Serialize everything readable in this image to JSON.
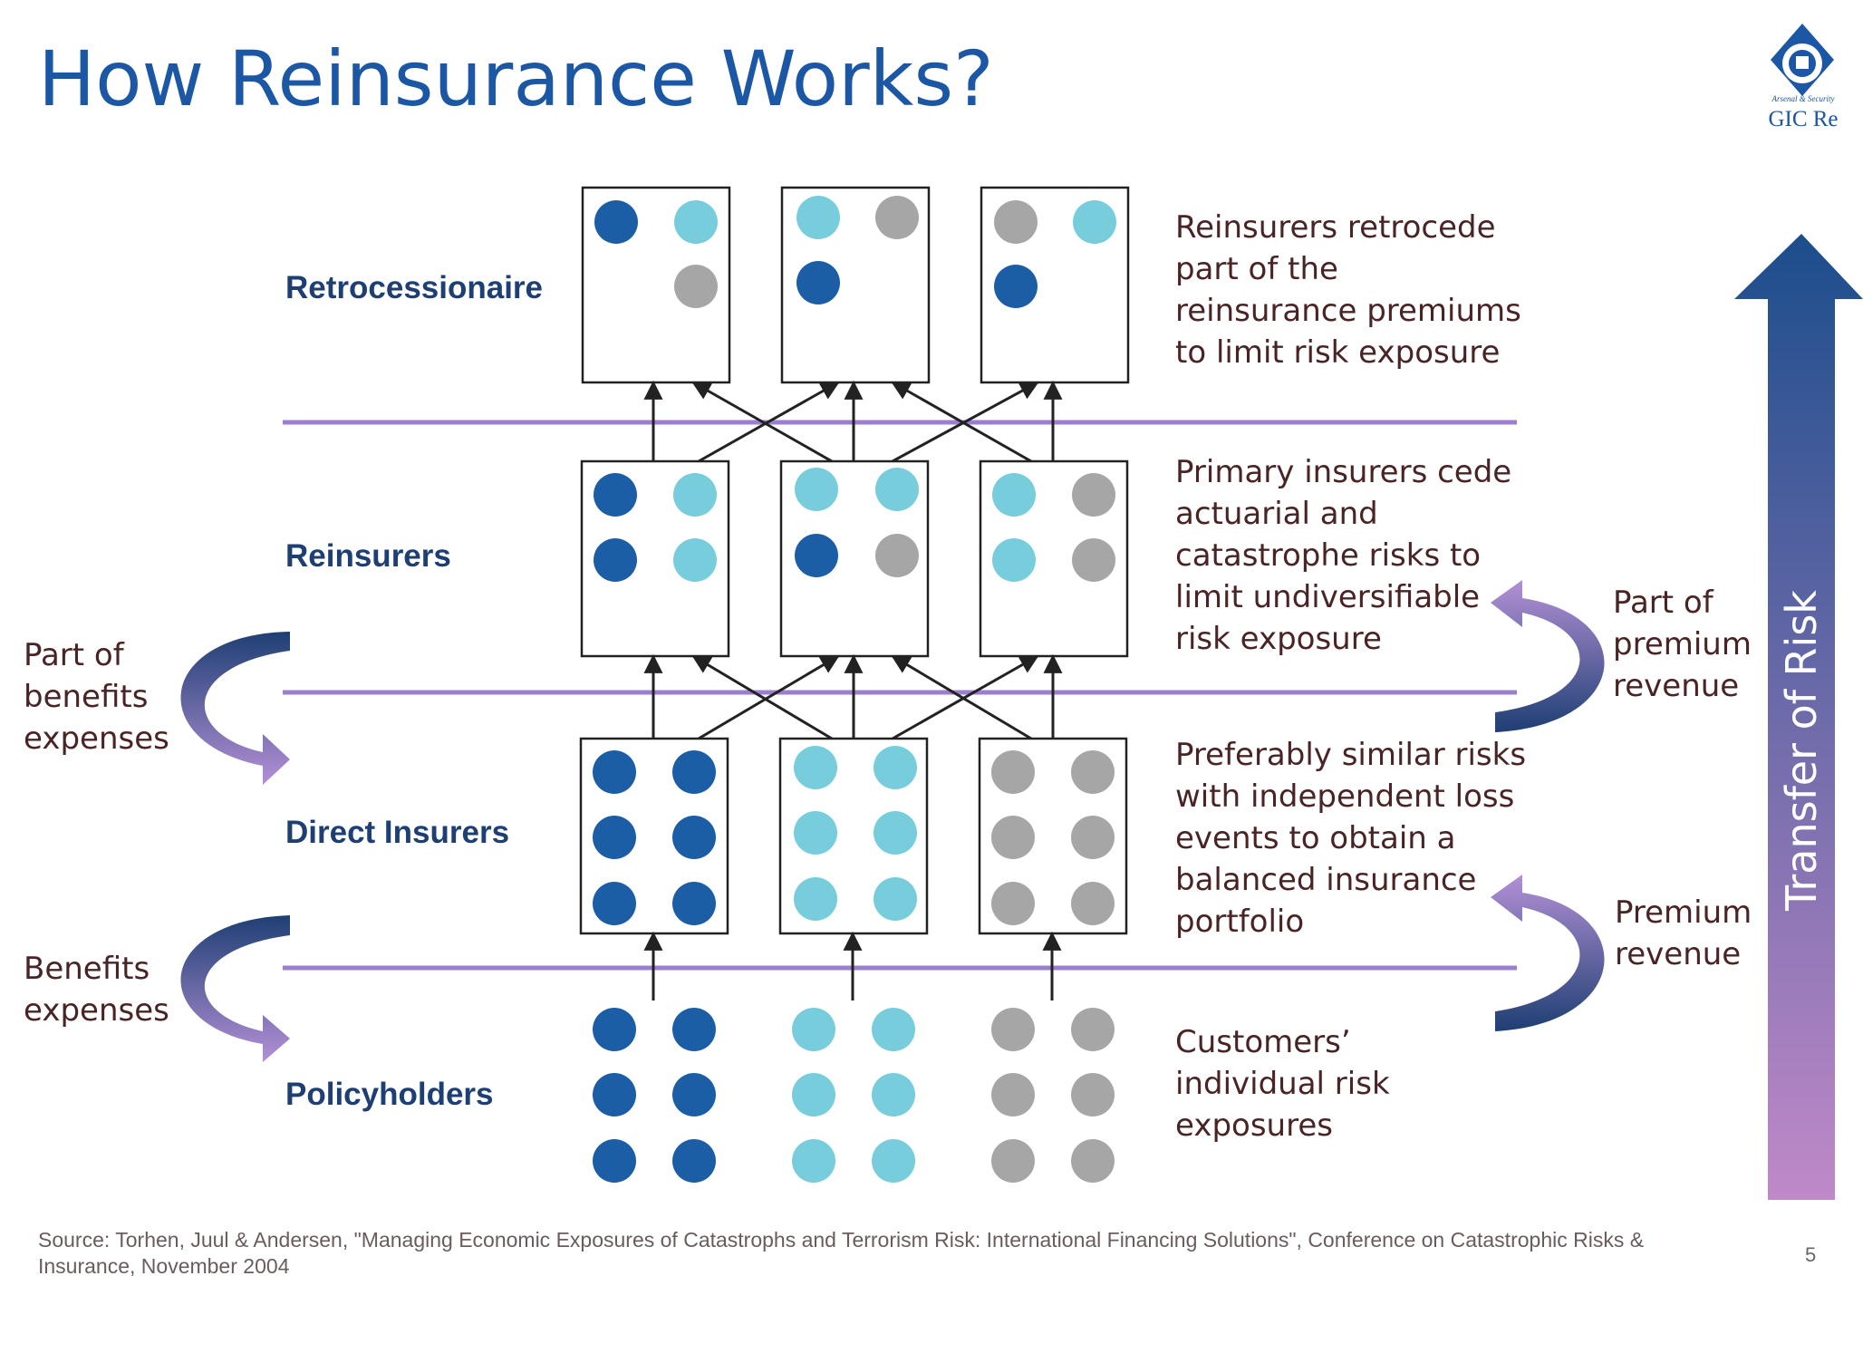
{
  "title": "How Reinsurance Works?",
  "logo": {
    "caption": "GIC Re",
    "tagline": "Arsenal & Security",
    "icon": "gic-re-logo-icon"
  },
  "levels": [
    {
      "label": "Retrocessionaire",
      "description": "Reinsurers retrocede\npart of the\nreinsurance premiums\nto limit risk exposure"
    },
    {
      "label": "Reinsurers",
      "description": "Primary insurers cede\nactuarial and\ncatastrophe risks to\nlimit undiversifiable\nrisk exposure"
    },
    {
      "label": "Direct Insurers",
      "description": "Preferably similar risks\nwith independent loss\nevents to obtain a\nbalanced insurance\nportfolio"
    },
    {
      "label": "Policyholders",
      "description": "Customers’\nindividual risk\nexposures"
    }
  ],
  "left_flows": [
    {
      "label": "Part of\nbenefits\nexpenses"
    },
    {
      "label": "Benefits\nexpenses"
    }
  ],
  "right_flows": [
    {
      "label": "Part of\npremium\nrevenue"
    },
    {
      "label": "Premium\nrevenue"
    }
  ],
  "transfer_arrow": {
    "label": "Transfer of Risk",
    "color_top": "#1c4d8c",
    "color_bottom": "#c089c8"
  },
  "colors": {
    "dark_blue": "#1c5ea6",
    "light_blue": "#77cddb",
    "gray": "#a6a6a6",
    "divider": "#9b7fcf",
    "title": "#1b57a4"
  },
  "source": "Source: Torhen, Juul & Andersen, \"Managing Economic Exposures of Catastrophs and Terrorism Risk: International Financing Solutions\", Conference on Catastrophic Risks & Insurance, November 2004",
  "page_number": "5"
}
